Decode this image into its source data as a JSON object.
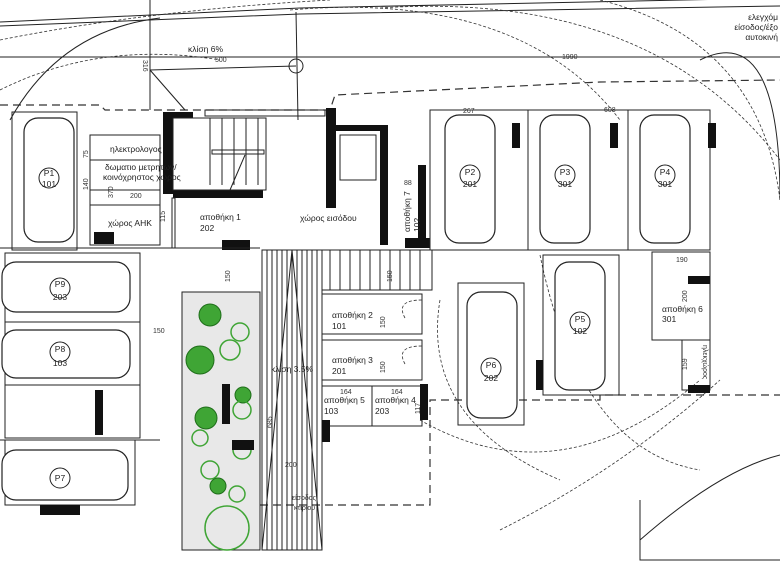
{
  "plan": {
    "slope_top": "κλίση 6%",
    "slope_ramp": "κλίση 3.5%",
    "top_right_note": [
      "ελεγχόμ",
      "είσοδος/έξο",
      "αυτοκινή"
    ],
    "rooms": {
      "electrician": "ηλεκτρολογος",
      "meter_room": [
        "δωματιο μετρητων/",
        "κοινόχρηστος χώρος"
      ],
      "aik_room": "χώρος ΑΗΚ",
      "storage1": [
        "αποθήκη 1",
        "202"
      ],
      "entrance_hall": "χώρος εισόδου",
      "storage7": [
        "αποθήκη 7",
        "102"
      ],
      "storage2": [
        "αποθήκη 2",
        "101"
      ],
      "storage3": [
        "αποθήκη 3",
        "201"
      ],
      "storage5": [
        "αποθήκη 5",
        "103"
      ],
      "storage4": [
        "αποθήκη 4",
        "203"
      ],
      "storage6": [
        "αποθήκη 6",
        "301"
      ],
      "building_entrance": [
        "είσοδος",
        "κτιρίου"
      ],
      "electric_room": "ηλεκχώρος"
    },
    "parking": [
      {
        "id": "P1",
        "unit": "101"
      },
      {
        "id": "P2",
        "unit": "201"
      },
      {
        "id": "P3",
        "unit": "301"
      },
      {
        "id": "P4",
        "unit": "301"
      },
      {
        "id": "P9",
        "unit": "203"
      },
      {
        "id": "P8",
        "unit": "103"
      },
      {
        "id": "P7",
        "unit": ""
      },
      {
        "id": "P5",
        "unit": "102"
      },
      {
        "id": "P6",
        "unit": "202"
      }
    ],
    "dimensions": {
      "d316": "316",
      "d500": "500",
      "d1990": "1990",
      "d267": "267",
      "d608": "608",
      "d88": "88",
      "d200a": "200",
      "d115": "115",
      "d75": "75",
      "d140": "140",
      "d370": "370",
      "d150a": "150",
      "d150b": "150",
      "d150c": "150",
      "d150d": "150",
      "d150e": "150",
      "d190": "190",
      "d200b": "200",
      "d159": "159",
      "d164a": "164",
      "d164b": "164",
      "d117": "117",
      "d200c": "200",
      "d685": "685"
    },
    "colors": {
      "lines": "#222222",
      "walls": "#111111",
      "greenery": "#3fa535"
    }
  }
}
